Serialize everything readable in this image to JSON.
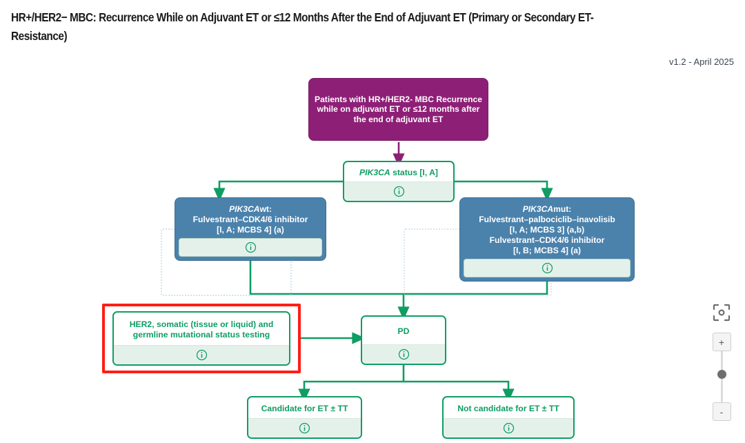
{
  "header": {
    "title": "HR+/HER2− MBC: Recurrence While on Adjuvant ET or ≤12 Months After the End of Adjuvant ET (Primary or Secondary ET-Resistance)",
    "version": "v1.2 - April 2025"
  },
  "colors": {
    "purple": "#8E1F77",
    "green": "#0F9D63",
    "green_fill": "#E4F1EA",
    "blue": "#4B82AC",
    "selection_red": "#FF1D15",
    "white": "#FFFFFF"
  },
  "nodes": {
    "root": {
      "type": "purple",
      "text": "Patients with HR+/HER2- MBC Recurrence while on adjuvant ET or ≤12 months after the end of adjuvant ET"
    },
    "pik3ca_status": {
      "type": "green",
      "text_italic": "PIK3CA",
      "text_rest": " status [I, A]",
      "info": "info-icon"
    },
    "pik3ca_wt": {
      "type": "blue",
      "line1_italic": "PIK3CA",
      "line1_rest": "wt:",
      "line2": "Fulvestrant–CDK4/6 inhibitor",
      "line3": "[I, A; MCBS 4] (a)",
      "info": "info-icon"
    },
    "pik3ca_mut": {
      "type": "blue",
      "line1_italic": "PIK3CA",
      "line1_rest": "mut:",
      "line2": "Fulvestrant–palbociclib–inavolisib",
      "line3": "[I, A; MCBS 3] (a,b)",
      "line4": "Fulvestrant–CDK4/6 inhibitor",
      "line5": "[I, B; MCBS 4] (a)",
      "info": "info-icon"
    },
    "her2_testing": {
      "type": "green",
      "selected": true,
      "text": "HER2, somatic (tissue or liquid) and germline mutational status testing",
      "info": "info-icon"
    },
    "pd": {
      "type": "green",
      "text": "PD",
      "info": "info-icon"
    },
    "candidate": {
      "type": "green",
      "text": "Candidate for ET ± TT",
      "info": "info-icon"
    },
    "not_candidate": {
      "type": "green",
      "text": "Not candidate for ET ± TT",
      "info": "info-icon"
    }
  },
  "zoom_controls": {
    "fit_icon": "fit-to-screen-icon",
    "zoom_in_label": "+",
    "zoom_out_label": "-"
  }
}
